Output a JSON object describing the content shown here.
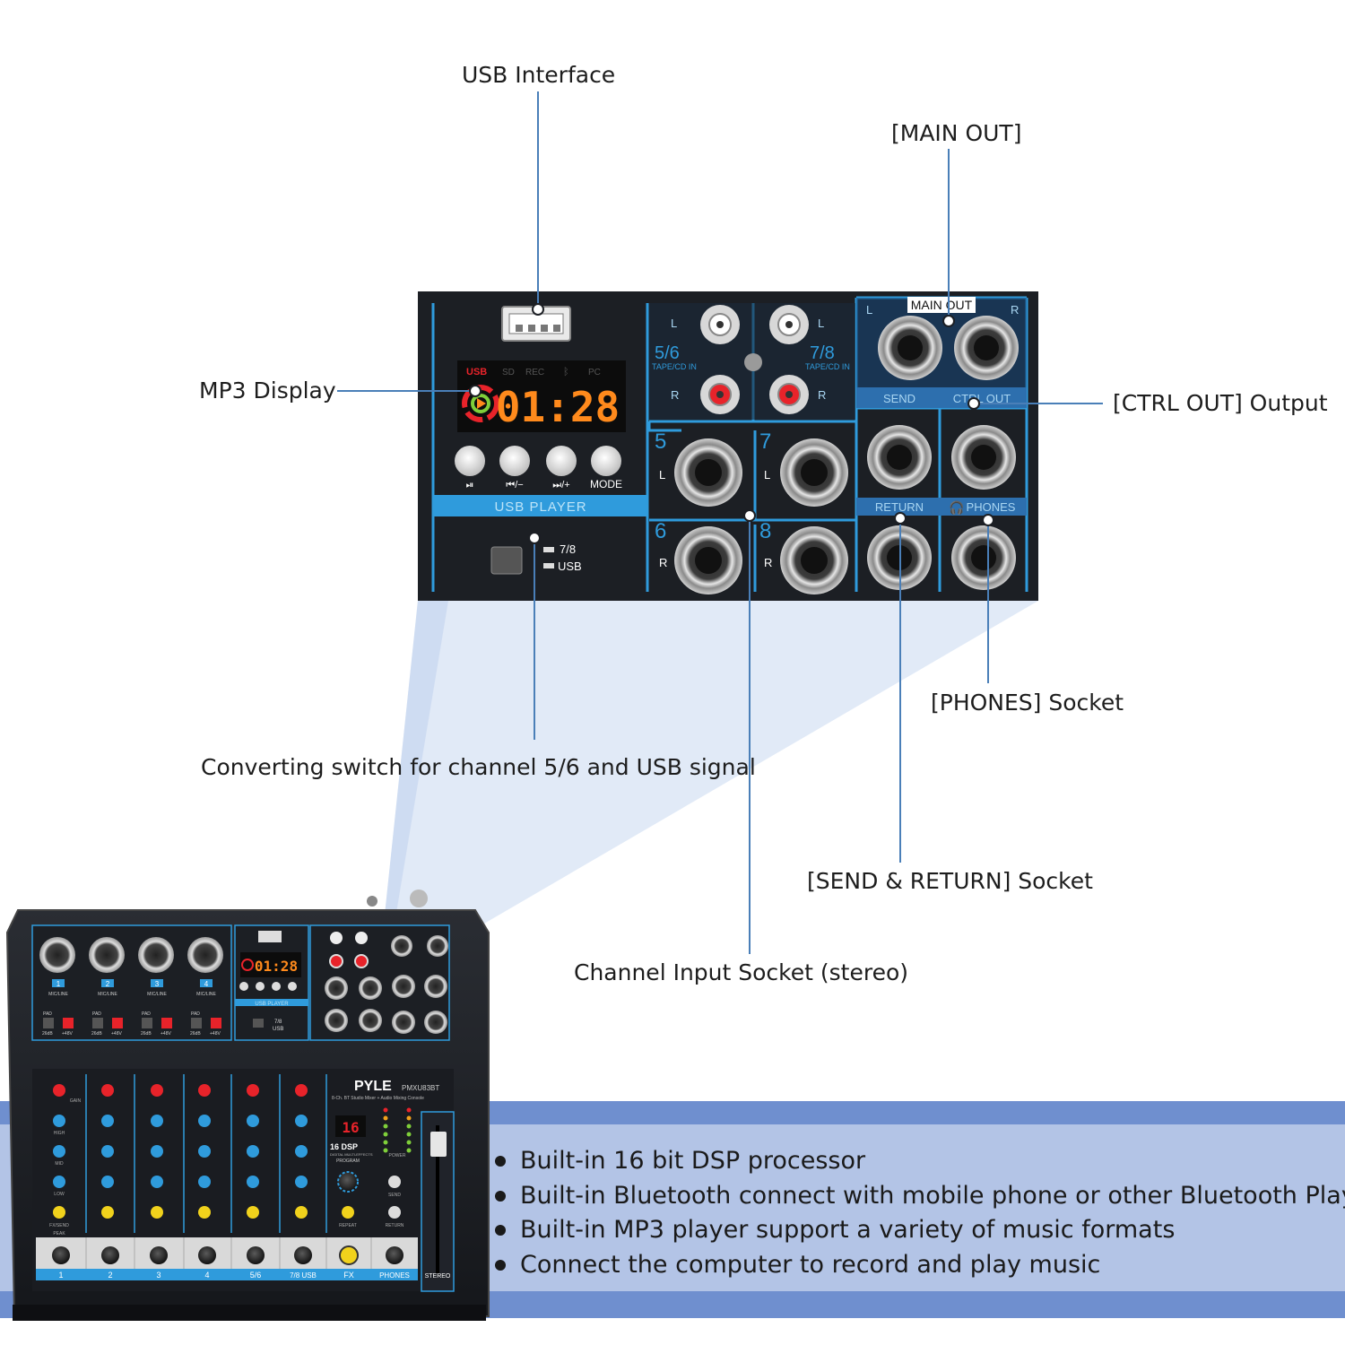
{
  "callouts": {
    "usb_interface": "USB Interface",
    "main_out": "[MAIN OUT]",
    "mp3_display": "MP3 Display",
    "ctrl_out": "[CTRL OUT] Output",
    "phones_socket": "[PHONES] Socket",
    "converting_switch": "Converting switch for channel 5/6 and USB signal",
    "send_return": "[SEND & RETURN] Socket",
    "channel_input": "Channel Input Socket (stereo)"
  },
  "panel": {
    "main_out_label": "MAIN OUT",
    "left": "L",
    "right": "R",
    "send": "SEND",
    "ctrl_out": "CTRL OUT",
    "return": "RETURN",
    "phones": "PHONES",
    "ch56": "5/6",
    "ch78": "7/8",
    "tape_cd_in": "TAPE/CD IN",
    "ch5": "5",
    "ch6": "6",
    "ch7": "7",
    "ch8": "8",
    "display_usb": "USB",
    "display_sd": "SD",
    "display_rec": "REC",
    "display_bt": "ᛒ",
    "display_pc": "PC",
    "display_time": "01:28",
    "btn_play": "⏯",
    "btn_prev": "⏮/−",
    "btn_next": "⏭/+",
    "btn_mode": "MODE",
    "usb_player": "USB PLAYER",
    "switch_top": "7/8",
    "switch_bottom": "USB"
  },
  "mixer": {
    "brand": "PYLE",
    "model": "PMXU83BT",
    "tagline": "8-Ch. BT Studio Mixer + Audio Mixing Console",
    "ch1": "1",
    "ch2": "2",
    "ch3": "3",
    "ch4": "4",
    "mic_line": "MIC/LINE",
    "pad": "PAD",
    "db26": "26dB",
    "p48": "+48V",
    "gain": "GAIN",
    "high": "HIGH",
    "mid": "MID",
    "low": "LOW",
    "fx_send": "FX/SEND",
    "peak": "PEAK",
    "dsp_digits": "16",
    "dsp": "16 DSP",
    "dsp_sub": "DIGITAL MULTI-EFFECTS",
    "program": "PROGRAM",
    "repeat": "REPEAT",
    "send": "SEND",
    "return": "RETURN",
    "power": "POWER",
    "strip_1": "1",
    "strip_2": "2",
    "strip_3": "3",
    "strip_4": "4",
    "strip_56": "5/6",
    "strip_78": "7/8 USB",
    "strip_fx": "FX",
    "strip_phones": "PHONES",
    "strip_stereo": "STEREO",
    "display_time": "01:28"
  },
  "features": [
    "Built-in 16 bit DSP processor",
    "Built-in Bluetooth connect with mobile phone or other Bluetooth Player",
    "Built-in MP3 player support a variety of music formats",
    "Connect the computer to record and play music"
  ],
  "colors": {
    "panel_bg": "#1c1f24",
    "accent_blue": "#2f9bdc",
    "display_orange": "#ff8a1c",
    "display_red": "#e8232a",
    "callout_line": "#4a7fb8",
    "band": "#b3c4e6",
    "band_edge": "#6f8fcf"
  }
}
